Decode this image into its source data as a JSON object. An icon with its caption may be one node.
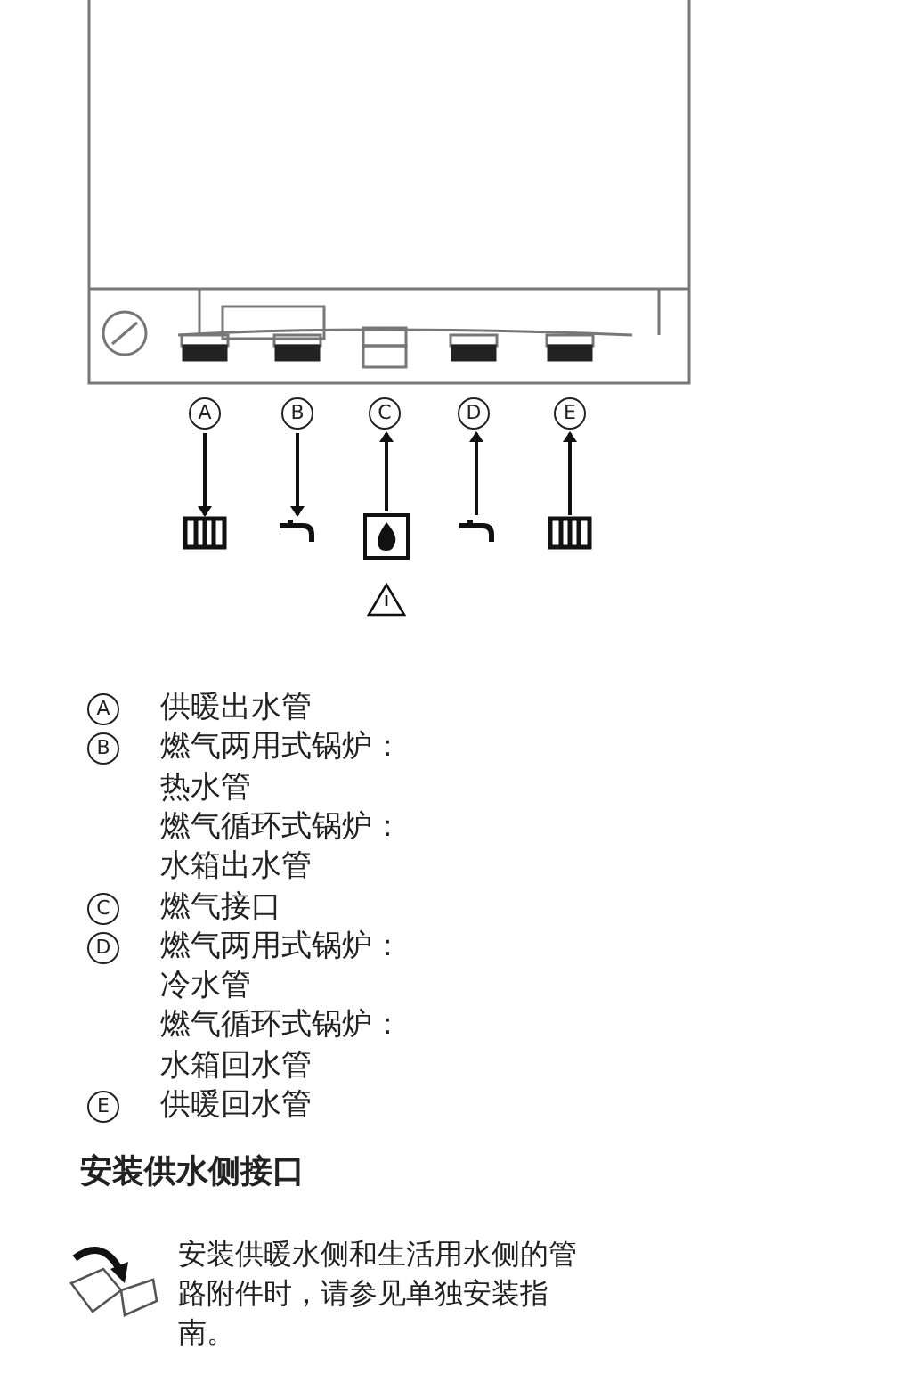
{
  "diagram": {
    "nodes": [
      {
        "text": [
          "A"
        ]
      },
      {
        "text": [
          "B"
        ]
      },
      {
        "text": [
          "C"
        ]
      },
      {
        "text": [
          "D"
        ]
      },
      {
        "text": [
          "E"
        ]
      },
      {
        "text": [],
        "shape": "radiator"
      },
      {
        "text": [],
        "shape": "tap"
      },
      {
        "text": [],
        "shape": "box"
      },
      {
        "text": [],
        "shape": "tap"
      },
      {
        "text": [],
        "shape": "radiator"
      },
      {
        "text": [
          "A"
        ],
        "beside": [
          "供暖出水管"
        ]
      },
      {
        "text": [
          "B"
        ],
        "beside": [
          "燃气两用式锅炉：",
          "热水管",
          "燃气循环式锅炉：",
          "水箱出水管"
        ]
      },
      {
        "text": [
          "C"
        ],
        "beside": [
          "燃气接口"
        ]
      },
      {
        "text": [
          "D"
        ],
        "beside": [
          "燃气两用式锅炉：",
          "冷水管",
          "燃气循环式锅炉：",
          "水箱回水管"
        ]
      },
      {
        "text": [
          "E"
        ],
        "beside": [
          "供暖回水管"
        ]
      }
    ],
    "edges": [
      {
        "from": 0,
        "to": 5,
        "arrow": "to"
      },
      {
        "from": 1,
        "to": 6,
        "arrow": "to"
      },
      {
        "from": 7,
        "to": 2,
        "arrow": "to"
      },
      {
        "from": 8,
        "to": 3,
        "arrow": "to"
      },
      {
        "from": 9,
        "to": 4,
        "arrow": "to"
      }
    ],
    "labels": [
      "安装供水侧接口",
      "安装供暖水侧和生活用水侧的管路附件时，请参见单独安装指南。"
    ]
  }
}
